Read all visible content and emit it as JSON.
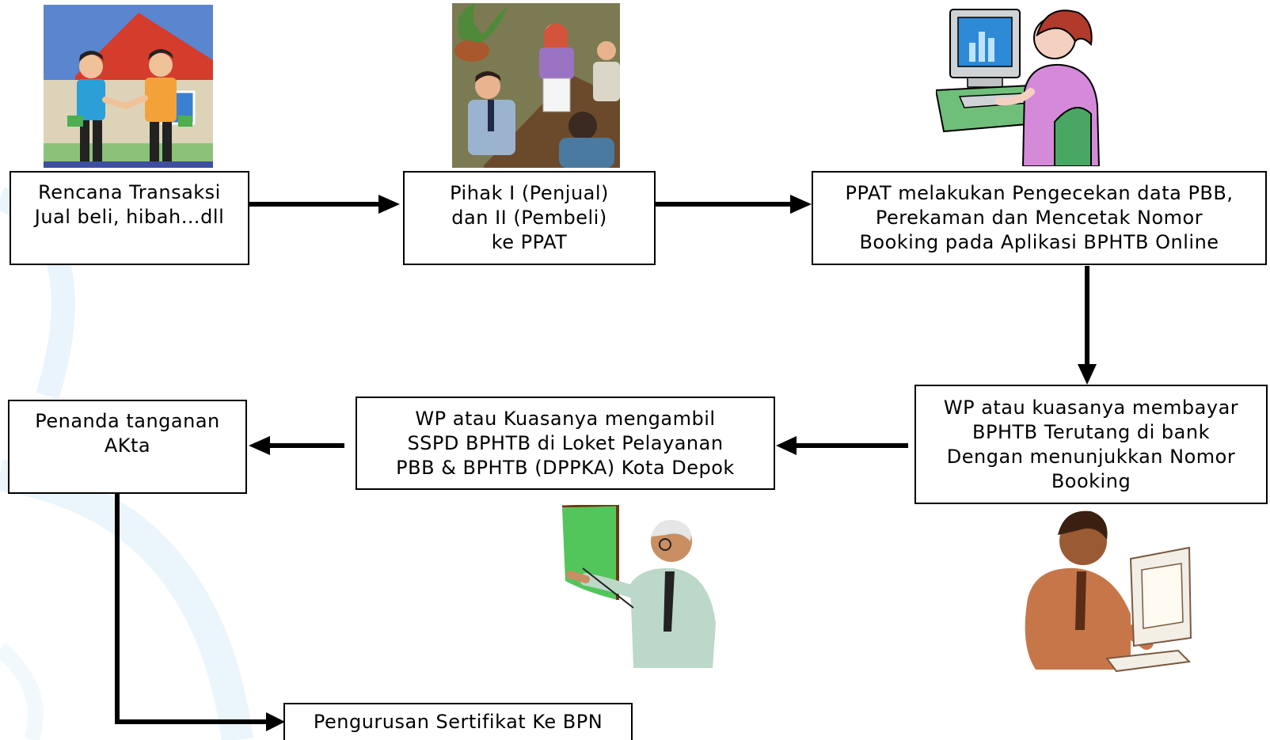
{
  "flow": {
    "step1": "Rencana Transaksi\nJual beli, hibah…dll",
    "step2": "Pihak  I (Penjual)\ndan II (Pembeli)\nke PPAT",
    "step3": "PPAT melakukan Pengecekan data PBB,\nPerekaman dan Mencetak Nomor\nBooking pada Aplikasi BPHTB Online",
    "step4": "WP atau kuasanya membayar\nBPHTB Terutang di bank\nDengan menunjukkan Nomor\nBooking",
    "step5": "WP atau Kuasanya mengambil\nSSPD BPHTB di Loket  Pelayanan\nPBB & BPHTB (DPPKA) Kota Depok",
    "step6": "Penanda tanganan\nAKta",
    "step7": "Pengurusan Sertifikat Ke BPN"
  },
  "illustrations": [
    "handshake-house-illustration",
    "meeting-table-illustration",
    "woman-at-computer-illustration",
    "presenter-with-board-illustration",
    "man-at-computer-illustration"
  ],
  "colors": {
    "line": "#000000",
    "box_border": "#000000",
    "background_accent": "#d9ecf8"
  }
}
